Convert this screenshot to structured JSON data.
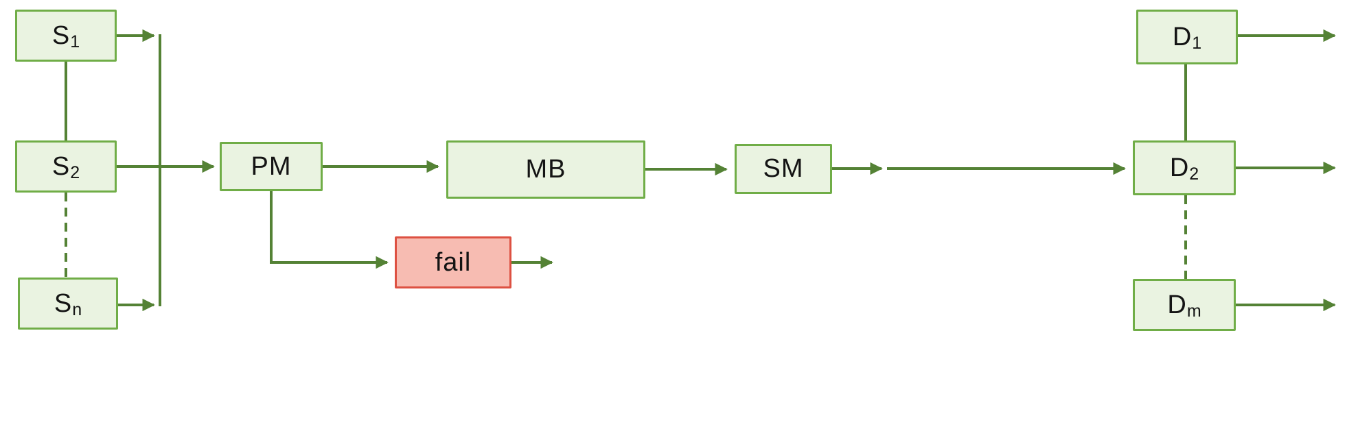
{
  "diagram": {
    "title": "source-merge-buffer-switch flow diagram",
    "colors": {
      "box_fill": "#eaf3e1",
      "box_border": "#70ad47",
      "line_green": "#548235",
      "fail_fill": "#f7bcb2",
      "fail_border": "#dd5142",
      "buffer_bar": "#595959",
      "text": "#141414"
    },
    "nodes": {
      "s1": {
        "label": "S",
        "sub": "1"
      },
      "s2": {
        "label": "S",
        "sub": "2"
      },
      "sn": {
        "label": "S",
        "sub": "n"
      },
      "pm": {
        "label": "PM"
      },
      "mb": {
        "label": "MB"
      },
      "sm": {
        "label": "SM"
      },
      "fail": {
        "label": "fail"
      },
      "d1": {
        "label": "D",
        "sub": "1"
      },
      "d2": {
        "label": "D",
        "sub": "2"
      },
      "dm": {
        "label": "D",
        "sub": "m"
      }
    }
  }
}
